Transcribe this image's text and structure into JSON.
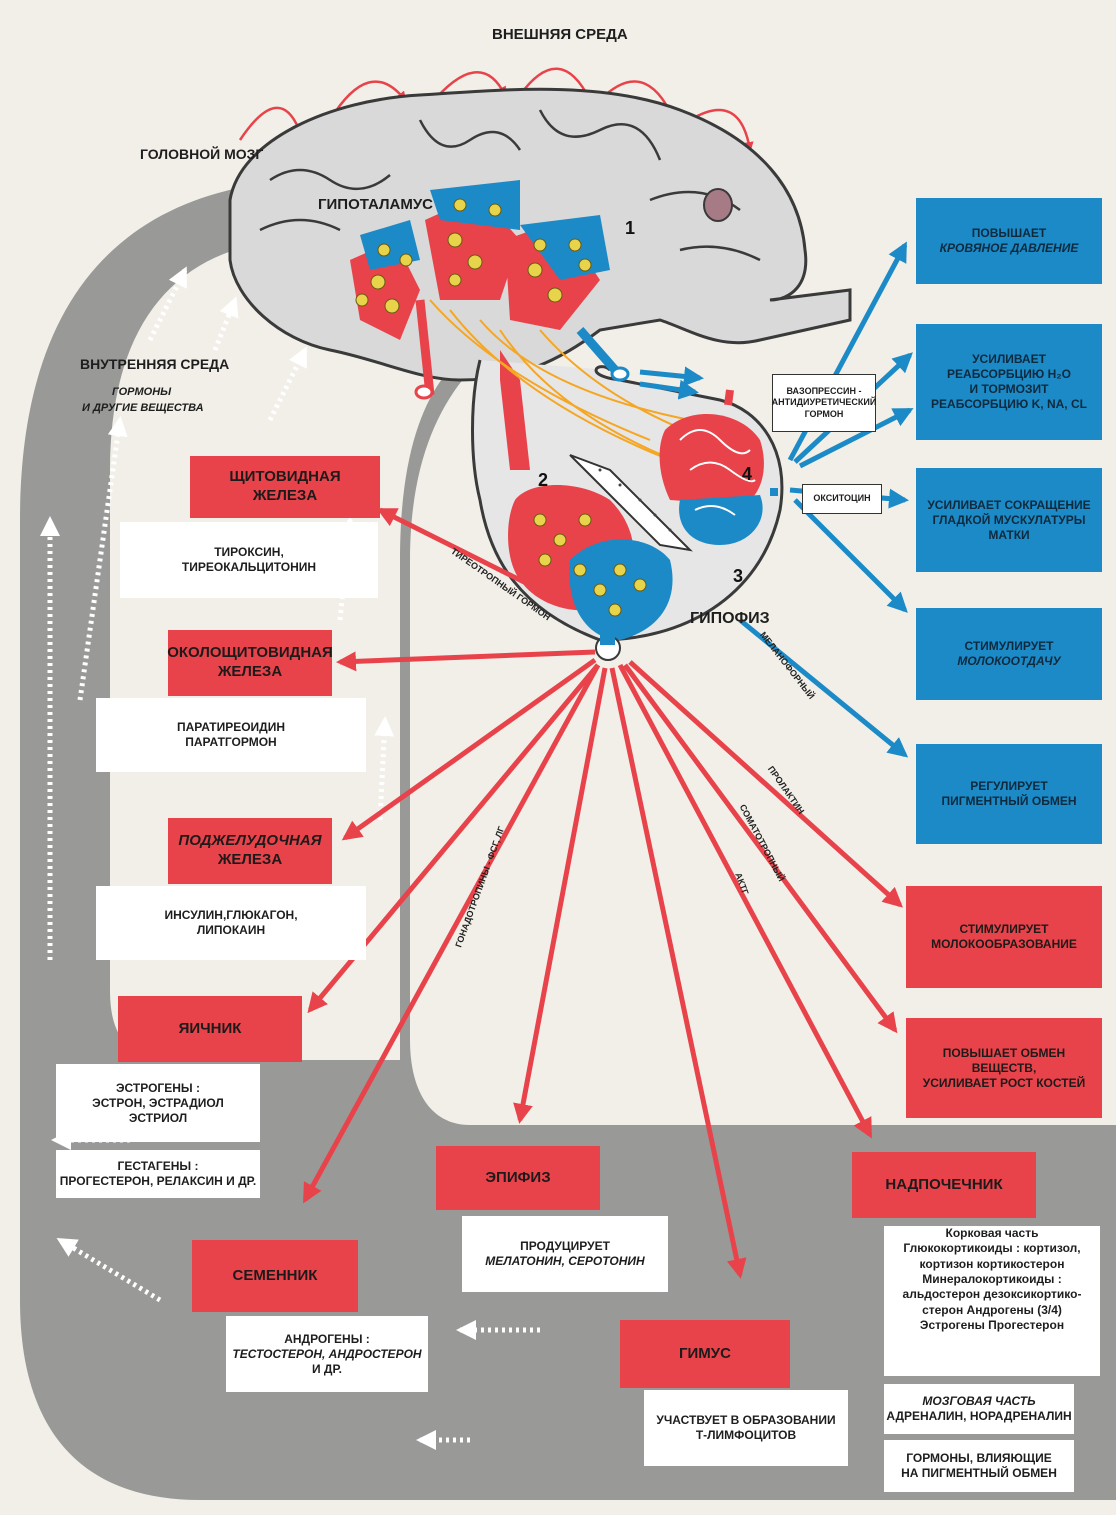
{
  "labels": {
    "external_env": "ВНЕШНЯЯ СРЕДА",
    "brain": "ГОЛОВНОЙ МОЗГ",
    "hypothalamus": "ГИПОТАЛАМУС",
    "pituitary": "ГИПОФИЗ",
    "internal_env": "ВНУТРЕННЯЯ СРЕДА",
    "internal_env_sub1": "ГОРМОНЫ",
    "internal_env_sub2": "И ДРУГИЕ ВЕЩЕСТВА",
    "n1": "1",
    "n2": "2",
    "n3": "3",
    "n4": "4"
  },
  "hormone_labels": {
    "vasopressin": "ВАЗОПРЕССИН - АНТИДИУРЕТИЧЕСКИЙ ГОРМОН",
    "oxytocin": "ОКСИТОЦИН",
    "thyrotropic": "ТИРЕОТРОПНЫЙ ГОРМОН",
    "melanophore": "МЕЛАНОФОРНЫЙ",
    "prolactin": "ПРОЛАКТИН",
    "somatotropic": "СОМАТОТРОПНЫЙ",
    "acth": "АКТГ",
    "gonadotropins": "ГОНАДОТРОПИНЫ - ФСГ, ЛГ"
  },
  "glands": {
    "thyroid": {
      "name_1": "ЩИТОВИДНАЯ",
      "name_2": "ЖЕЛЕЗА",
      "h1": "ТИРОКСИН,",
      "h2": "ТИРЕОКАЛЬЦИТОНИН"
    },
    "parathyroid": {
      "name_1": "ОКОЛОЩИТОВИДНАЯ",
      "name_2": "ЖЕЛЕЗА",
      "h1": "ПАРАТИРЕОИДИН",
      "h2": "ПАРАТГОРМОН"
    },
    "pancreas": {
      "name_1": "ПОДЖЕЛУДОЧНАЯ",
      "name_2": "ЖЕЛЕЗА",
      "h1": "ИНСУЛИН,ГЛЮКАГОН,",
      "h2": "ЛИПОКАИН"
    },
    "ovary": {
      "name": "ЯИЧНИК",
      "h1": "ЭСТРОГЕНЫ :",
      "h2": "ЭСТРОН, ЭСТРАДИОЛ",
      "h3": "ЭСТРИОЛ",
      "g1": "ГЕСТАГЕНЫ :",
      "g2": "ПРОГЕСТЕРОН, РЕЛАКСИН И ДР."
    },
    "testis": {
      "name": "СЕМЕННИК",
      "h1": "АНДРОГЕНЫ :",
      "h2": "ТЕСТОСТЕРОН, АНДРОСТЕРОН",
      "h3": "И ДР."
    },
    "pineal": {
      "name": "ЭПИФИЗ",
      "h1": "ПРОДУЦИРУЕТ",
      "h2": "МЕЛАТОНИН, СЕРОТОНИН"
    },
    "thymus": {
      "name": "ГИМУС",
      "h1": "УЧАСТВУЕТ В ОБРАЗОВАНИИ",
      "h2": "Т-ЛИМФОЦИТОВ"
    },
    "adrenal": {
      "name": "НАДПОЧЕЧНИК",
      "cortex": [
        "Корковая часть",
        "Глюкокортикоиды : кортизол,",
        "кортизон кортикостерон",
        "Минералокортикоиды :",
        "альдостерон дезоксикортико-",
        "стерон Андрогены (3/4)",
        "Эстрогены Прогестерон"
      ],
      "medulla_1": "МОЗГОВАЯ ЧАСТЬ",
      "medulla_2": "АДРЕНАЛИН, НОРАДРЕНАЛИН",
      "pigment_1": "ГОРМОНЫ, ВЛИЯЮЩИЕ",
      "pigment_2": "НА ПИГМЕНТНЫЙ ОБМЕН"
    }
  },
  "effects": {
    "blood_pressure": {
      "l1": "ПОВЫШАЕТ",
      "l2": "КРОВЯНОЕ ДАВЛЕНИЕ"
    },
    "reabsorption": {
      "l1": "УСИЛИВАЕТ",
      "l2": "РЕАБСОРБЦИЮ H₂O",
      "l3": "И ТОРМОЗИТ",
      "l4": "РЕАБСОРБЦИЮ K, Na, Cl"
    },
    "uterus": {
      "l1": "УСИЛИВАЕТ СОКРАЩЕНИЕ",
      "l2": "ГЛАДКОЙ МУСКУЛАТУРЫ",
      "l3": "МАТКИ"
    },
    "milk_ejection": {
      "l1": "СТИМУЛИРУЕТ",
      "l2": "МОЛОКООТДАЧУ"
    },
    "pigment": {
      "l1": "РЕГУЛИРУЕТ",
      "l2": "ПИГМЕНТНЫЙ ОБМЕН"
    },
    "milk_formation": {
      "l1": "СТИМУЛИРУЕТ",
      "l2": "МОЛОКООБРАЗОВАНИЕ"
    },
    "metabolism": {
      "l1": "ПОВЫШАЕТ ОБМЕН ВЕЩЕСТВ,",
      "l2": "УСИЛИВАЕТ РОСТ КОСТЕЙ"
    }
  },
  "colors": {
    "red": "#e8434a",
    "blue": "#1b8ac6",
    "gray": "#8f8f8f",
    "brain": "#d9d9d9",
    "background": "#f1efe8"
  }
}
